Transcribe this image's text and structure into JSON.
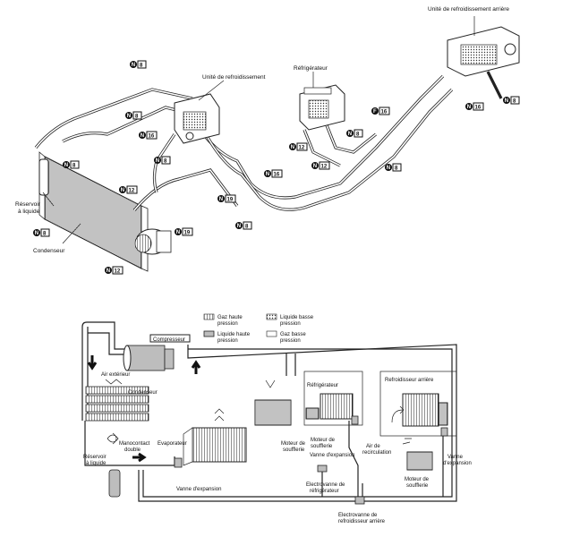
{
  "top_diagram": {
    "labels": {
      "rear_cooling_unit": "Unité de refroidissement arrière",
      "refrigerator": "Réfrigérateur",
      "cooling_unit": "Unité de refroidissement",
      "liquid_reservoir_line1": "Réservoir",
      "liquid_reservoir_line2": "à liquide",
      "condenser": "Condenseur"
    },
    "torque_tags": {
      "n8": "8",
      "n16": "16",
      "n12": "12",
      "n19": "19",
      "f16": "16",
      "n_letter": "N",
      "f_letter": "F"
    }
  },
  "bottom_diagram": {
    "legend": {
      "high_pressure_gas_1": "Gaz haute",
      "high_pressure_gas_2": "pression",
      "low_pressure_liquid_1": "Liquide basse",
      "low_pressure_liquid_2": "pression",
      "high_pressure_liquid_1": "Liquide haute",
      "high_pressure_liquid_2": "pression",
      "low_pressure_gas_1": "Gaz basse",
      "low_pressure_gas_2": "pression"
    },
    "labels": {
      "compressor": "Compresseur",
      "outside_air": "Air extérieur",
      "condenser": "Condenseur",
      "dual_pressure_switch_1": "Manocontact",
      "dual_pressure_switch_2": "double",
      "reservoir_1": "Réservoir",
      "reservoir_2": "à liquide",
      "evaporator": "Evaporateur",
      "expansion_valve": "Vanne d'expansion",
      "blower_motor_1": "Moteur de",
      "blower_motor_2": "soufflerie",
      "refrigerator": "Réfrigérateur",
      "ref_blower_motor_1": "Moteur de",
      "ref_blower_motor_2": "soufflerie",
      "ref_expansion_valve": "Vanne d'expansion",
      "ref_solenoid_1": "Electrovanne de",
      "ref_solenoid_2": "réfrigérateur",
      "rear_cooler": "Refroidisseur arrière",
      "recirc_air_1": "Air de",
      "recirc_air_2": "recirculation",
      "rear_expansion_1": "Vanne",
      "rear_expansion_2": "d'expansion",
      "rear_blower_1": "Moteur de",
      "rear_blower_2": "soufflerie",
      "rear_solenoid_1": "Electrovanne de",
      "rear_solenoid_2": "refroidisseur arrière"
    }
  }
}
